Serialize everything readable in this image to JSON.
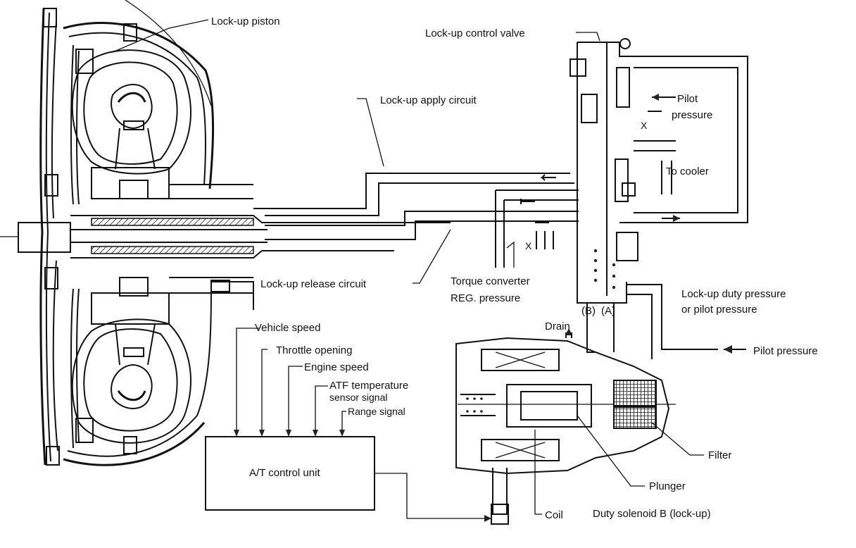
{
  "labels": {
    "lockup_piston": "Lock-up piston",
    "lockup_control_valve": "Lock-up control valve",
    "lockup_apply_circuit": "Lock-up apply circuit",
    "pilot": "Pilot",
    "pressure": "pressure",
    "to_cooler": "To cooler",
    "lockup_release_circuit": "Lock-up release circuit",
    "torque_converter": "Torque converter",
    "reg_pressure": "REG. pressure",
    "lockup_duty_pressure": "Lock-up duty pressure",
    "or_pilot_pressure": "or pilot pressure",
    "port_b": "(B)",
    "port_a": "(A)",
    "drain": "Drain",
    "pilot_pressure": "Pilot pressure",
    "vehicle_speed": "Vehicle speed",
    "throttle_opening": "Throttle opening",
    "engine_speed": "Engine speed",
    "atf_temperature": "ATF temperature",
    "sensor_signal": "sensor signal",
    "range_signal": "Range signal",
    "at_control_unit": "A/T control unit",
    "filter": "Filter",
    "plunger": "Plunger",
    "coil": "Coil",
    "duty_solenoid_b": "Duty solenoid B (lock-up)",
    "x_mark": "X"
  }
}
